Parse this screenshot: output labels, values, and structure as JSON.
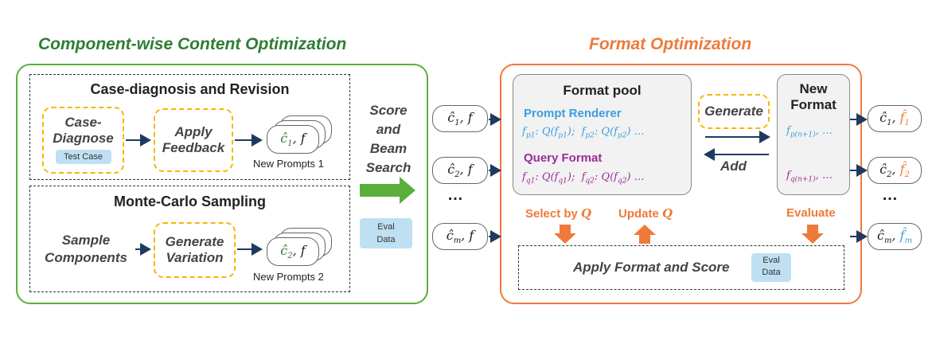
{
  "left_panel": {
    "title": "Component-wise Content Optimization",
    "case_section": {
      "title": "Case-diagnosis and Revision",
      "diagnose_label": "Case-\nDiagnose",
      "test_case_chip": "Test Case",
      "feedback_label": "Apply\nFeedback",
      "output_label": "New Prompts 1"
    },
    "mc_section": {
      "title": "Monte-Carlo Sampling",
      "sample_label": "Sample\nComponents",
      "variation_label": "Generate\nVariation",
      "output_label": "New Prompts 2"
    }
  },
  "middle": {
    "search_label": "Score\nand\nBeam\nSearch",
    "eval_chip": "Eval\nData",
    "ellipsis": "…"
  },
  "right_panel": {
    "title": "Format Optimization",
    "pool": {
      "title": "Format pool",
      "renderer_label": "Prompt Renderer",
      "query_label": "Query Format"
    },
    "generate_label": "Generate",
    "add_label": "Add",
    "new_format": {
      "title": "New\nFormat",
      "ellipsis": "…"
    },
    "select_label": "Select by",
    "update_label": "Update",
    "evaluate_label": "Evaluate",
    "apply_label": "Apply Format and Score",
    "eval_chip": "Eval\nData"
  },
  "colors": {
    "green": "#5aae3c",
    "green_title": "#2e7d32",
    "orange": "#ee7a3a",
    "blue_text": "#3a9ee0",
    "purple_text": "#9b2c9b",
    "navy_arrow": "#1f3a5f",
    "yellow_dash": "#f5b800",
    "chip_blue": "#bfe0f3"
  }
}
